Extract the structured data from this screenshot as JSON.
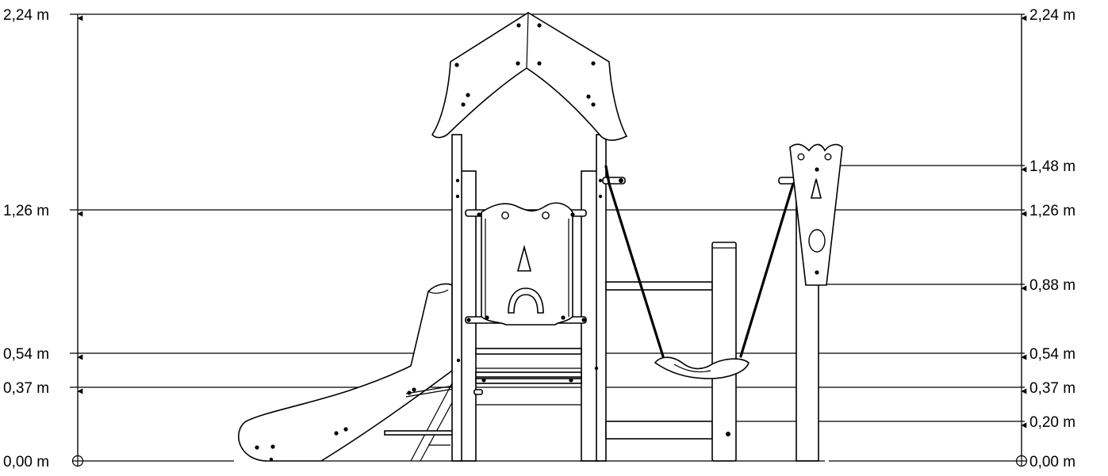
{
  "dimensions": {
    "left": [
      "2,24 m",
      "1,26 m",
      "0,54 m",
      "0,37 m",
      "0,00 m"
    ],
    "right": [
      "2,24 m",
      "1,48 m",
      "1,26 m",
      "0,88 m",
      "0,54 m",
      "0,37 m",
      "0,20 m",
      "0,00 m"
    ]
  }
}
